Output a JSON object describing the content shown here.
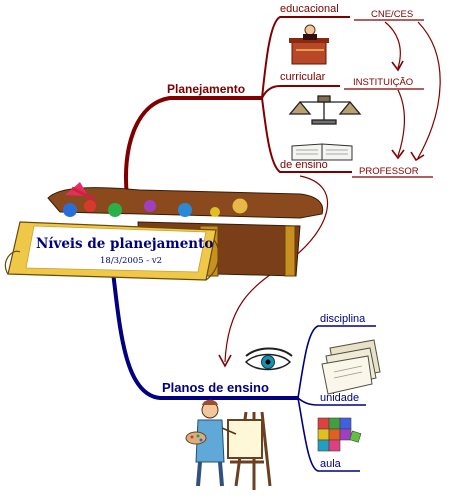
{
  "central": {
    "title": "Níveis de planejamento",
    "subtitle": "18/3/2005 - v2"
  },
  "planejamento": {
    "label": "Planejamento",
    "branches": [
      {
        "label": "educacional",
        "icon": "judge-podium-icon"
      },
      {
        "label": "curricular",
        "icon": "balance-scale-icon"
      },
      {
        "label": "de ensino",
        "icon": "open-book-icon"
      }
    ],
    "agents": [
      "CNE/CES",
      "INSTITUIÇÃO",
      "PROFESSOR"
    ]
  },
  "planos": {
    "label": "Planos de ensino",
    "branches": [
      {
        "label": "disciplina",
        "icon": "stack-of-papers-icon"
      },
      {
        "label": "unidade",
        "icon": "puzzle-icon"
      },
      {
        "label": "aula",
        "icon": "puzzle-icon"
      }
    ]
  },
  "colors": {
    "planejamento_branch": "#800000",
    "planos_branch": "#000080",
    "treasure_chest": "#8b4a1e",
    "scroll": "#f0c848"
  },
  "decorations": [
    "treasure-chest-icon",
    "eye-icon",
    "painter-at-easel-icon"
  ]
}
